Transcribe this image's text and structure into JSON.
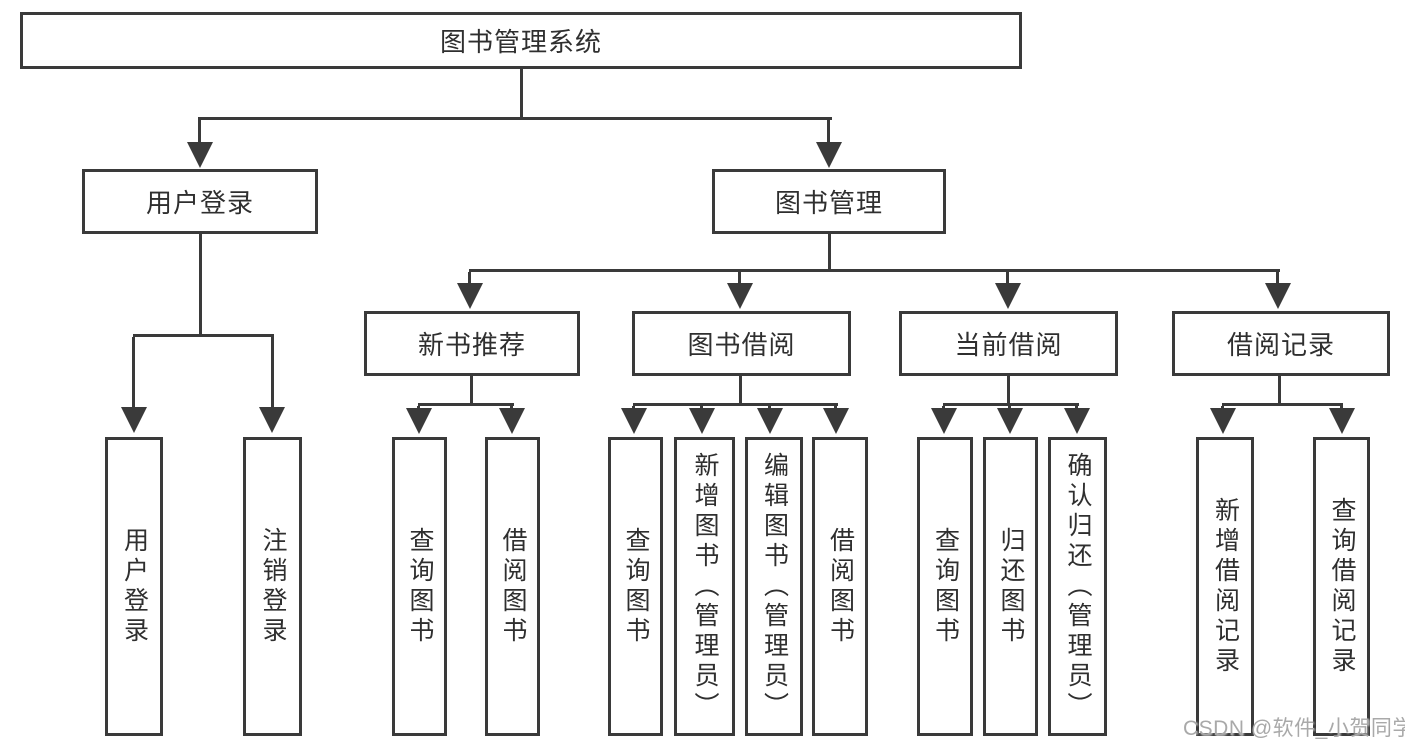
{
  "tree": {
    "root": {
      "label": "图书管理系统"
    },
    "branches": [
      {
        "label": "用户登录",
        "children": [
          {
            "label": "用户登录"
          },
          {
            "label": "注销登录"
          }
        ]
      },
      {
        "label": "图书管理",
        "children": [
          {
            "label": "新书推荐",
            "children": [
              {
                "label": "查询图书"
              },
              {
                "label": "借阅图书"
              }
            ]
          },
          {
            "label": "图书借阅",
            "children": [
              {
                "label": "查询图书"
              },
              {
                "label": "新增图书（管理员）"
              },
              {
                "label": "编辑图书（管理员）"
              },
              {
                "label": "借阅图书"
              }
            ]
          },
          {
            "label": "当前借阅",
            "children": [
              {
                "label": "查询图书"
              },
              {
                "label": "归还图书"
              },
              {
                "label": "确认归还（管理员）"
              }
            ]
          },
          {
            "label": "借阅记录",
            "children": [
              {
                "label": "新增借阅记录"
              },
              {
                "label": "查询借阅记录"
              }
            ]
          }
        ]
      }
    ]
  },
  "watermark": {
    "text": "CSDN @软件_小贺同学"
  },
  "colors": {
    "line": "#3a3a3a",
    "text": "#2f2f2f",
    "background": "#ffffff",
    "watermark": "#a9a9a9"
  }
}
